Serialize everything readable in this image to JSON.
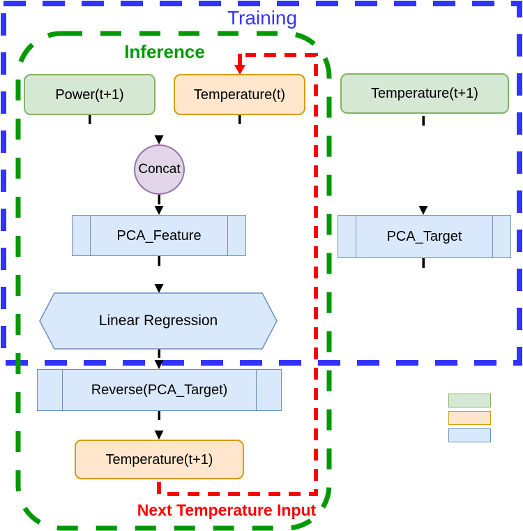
{
  "regions": {
    "training": {
      "label": "Training",
      "color": "#3333ff"
    },
    "inference": {
      "label": "Inference",
      "color": "#009900"
    },
    "next_temperature_input": {
      "label": "Next Temperature Input",
      "color": "#ff0000"
    }
  },
  "nodes": {
    "power_t1": {
      "label": "Power(t+1)",
      "fill": "#d5e8d4",
      "stroke": "#82b366",
      "shape": "rounded-rect"
    },
    "temperature_t": {
      "label": "Temperature(t)",
      "fill": "#ffe6cc",
      "stroke": "#d79b00",
      "shape": "rounded-rect"
    },
    "temperature_t1_top": {
      "label": "Temperature(t+1)",
      "fill": "#d5e8d4",
      "stroke": "#82b366",
      "shape": "rounded-rect"
    },
    "concat": {
      "label": "Concat",
      "fill": "#e1d5e7",
      "stroke": "#9673a6",
      "shape": "circle"
    },
    "pca_feature": {
      "label": "PCA_Feature",
      "fill": "#dae8fc",
      "stroke": "#6c8ebf",
      "shape": "process"
    },
    "pca_target": {
      "label": "PCA_Target",
      "fill": "#dae8fc",
      "stroke": "#6c8ebf",
      "shape": "process"
    },
    "linear_regression": {
      "label": "Linear Regression",
      "fill": "#dae8fc",
      "stroke": "#6c8ebf",
      "shape": "hexagon"
    },
    "reverse_pca_target": {
      "label": "Reverse(PCA_Target)",
      "fill": "#dae8fc",
      "stroke": "#6c8ebf",
      "shape": "process"
    },
    "temperature_t1_bottom": {
      "label": "Temperature(t+1)",
      "fill": "#ffe6cc",
      "stroke": "#d79b00",
      "shape": "rounded-rect"
    }
  },
  "legend": {
    "swatches": [
      {
        "name": "green",
        "fill": "#d5e8d4",
        "stroke": "#82b366"
      },
      {
        "name": "orange",
        "fill": "#ffe6cc",
        "stroke": "#d79b00"
      },
      {
        "name": "blue",
        "fill": "#dae8fc",
        "stroke": "#6c8ebf"
      }
    ]
  }
}
